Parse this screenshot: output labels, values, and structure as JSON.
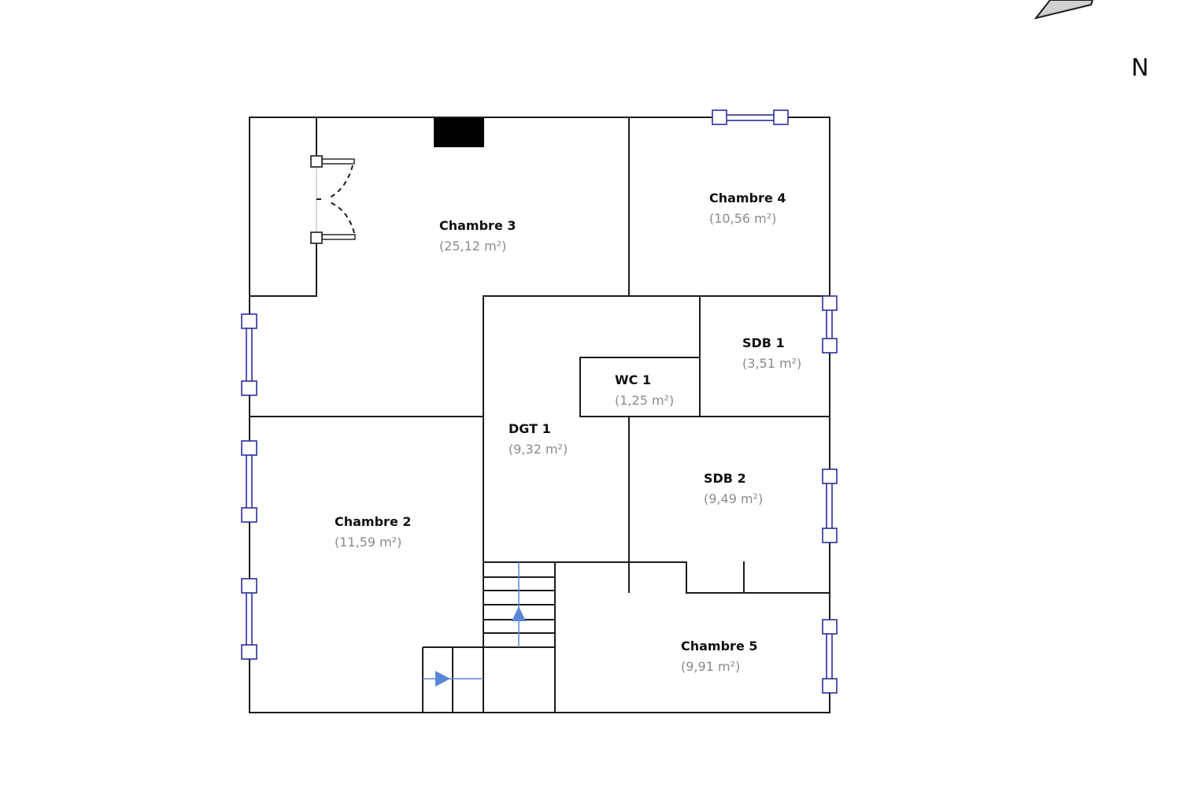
{
  "plan": {
    "compass": {
      "label": "N",
      "icon": "north-arrow-icon"
    },
    "rooms": [
      {
        "name": "Chambre 3",
        "area": "(25,12 m²)"
      },
      {
        "name": "Chambre 4",
        "area": "(10,56 m²)"
      },
      {
        "name": "SDB 1",
        "area": "(3,51 m²)"
      },
      {
        "name": "WC 1",
        "area": "(1,25 m²)"
      },
      {
        "name": "DGT 1",
        "area": "(9,32 m²)"
      },
      {
        "name": "SDB 2",
        "area": "(9,49 m²)"
      },
      {
        "name": "Chambre 2",
        "area": "(11,59 m²)"
      },
      {
        "name": "Chambre 5",
        "area": "(9,91 m²)"
      }
    ],
    "colors": {
      "wall": "#1c1c1c",
      "window": "#2b2f9a",
      "stair_arrow": "#5b85d6",
      "area_text": "#8a8a8a"
    }
  }
}
